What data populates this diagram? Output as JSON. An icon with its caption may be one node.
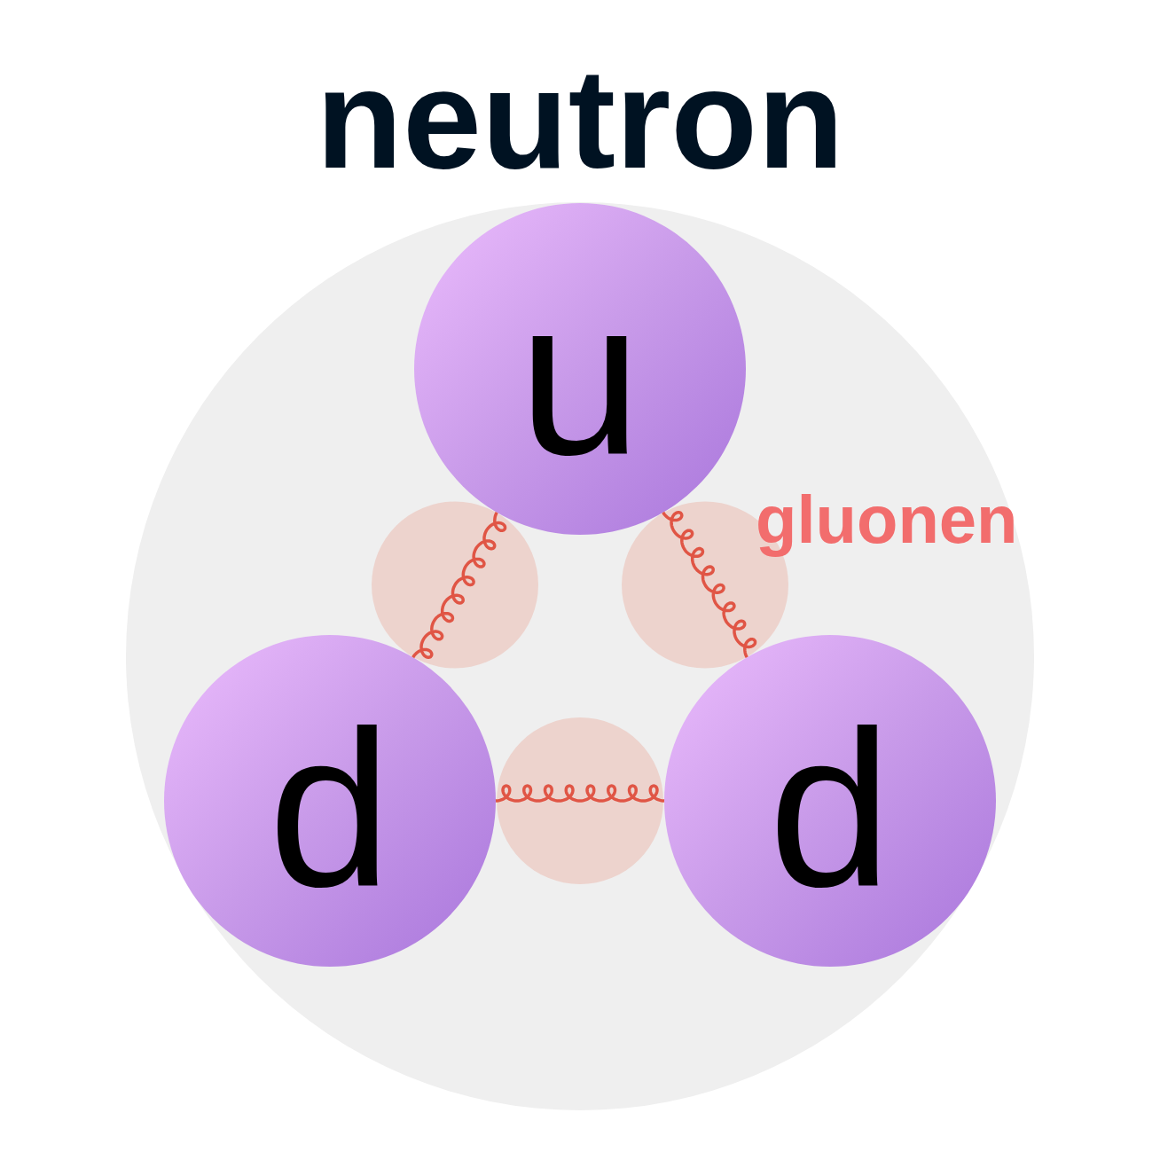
{
  "diagram": {
    "title": "neutron",
    "nodes": [
      {
        "text": [],
        "shape": "circle"
      },
      {
        "text": [
          "u"
        ],
        "in": 0
      },
      {
        "text": [
          "d"
        ],
        "in": 0
      },
      {
        "text": [
          "d"
        ],
        "in": 0
      }
    ],
    "edges": [
      {
        "from": 1,
        "to": 2,
        "arrow": "none"
      },
      {
        "from": 1,
        "to": 3,
        "arrow": "none"
      },
      {
        "from": 2,
        "to": 3,
        "arrow": "none"
      }
    ],
    "labels": [
      "gluonen"
    ]
  }
}
